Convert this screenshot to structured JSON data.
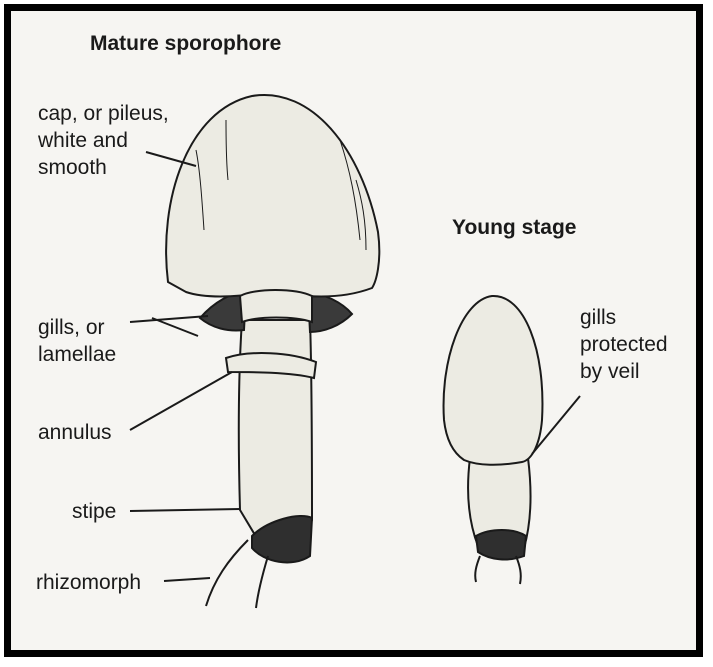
{
  "titles": {
    "mature": "Mature sporophore",
    "young": "Young stage"
  },
  "labels": {
    "cap": "cap, or pileus,\nwhite and\nsmooth",
    "gills": "gills, or\nlamellae",
    "annulus": "annulus",
    "stipe": "stipe",
    "rhizomorph": "rhizomorph",
    "veil": "gills\nprotected\nby veil"
  },
  "colors": {
    "border": "#000000",
    "background": "#f6f5f2",
    "fill": "#ecebe3",
    "ink": "#1a1a1a"
  }
}
